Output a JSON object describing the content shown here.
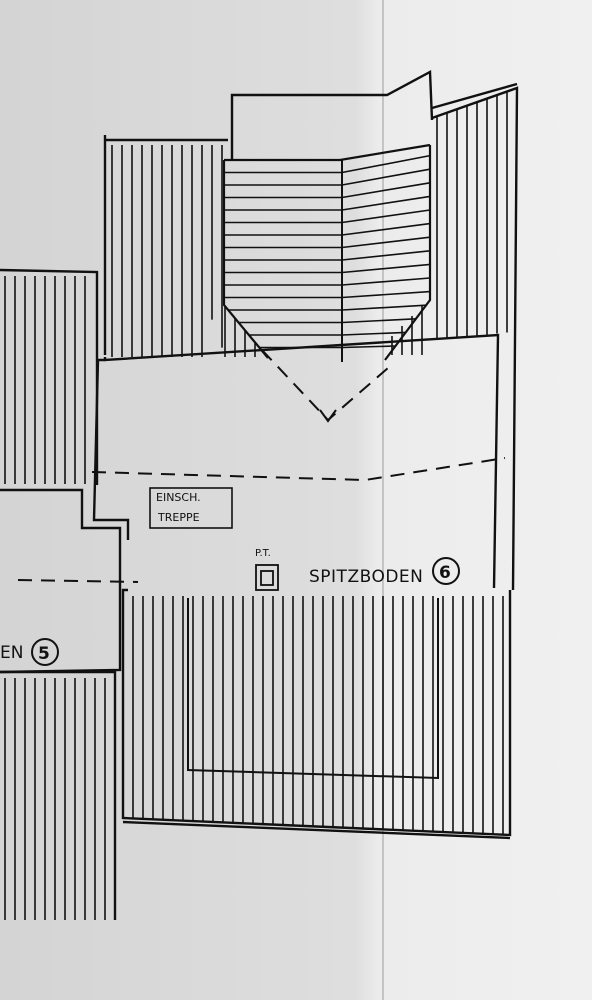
{
  "plan": {
    "stair_label_line1": "EINSCH.",
    "stair_label_line2": "TREPPE",
    "hatch_label": "P.T.",
    "room_label": "SPITZBODEN",
    "room_number": "6",
    "left_room_label_partial": "EN",
    "left_room_number": "5"
  },
  "colors": {
    "paper_left": "#dcdcdc",
    "paper_right": "#ececec",
    "ink": "#111111"
  }
}
